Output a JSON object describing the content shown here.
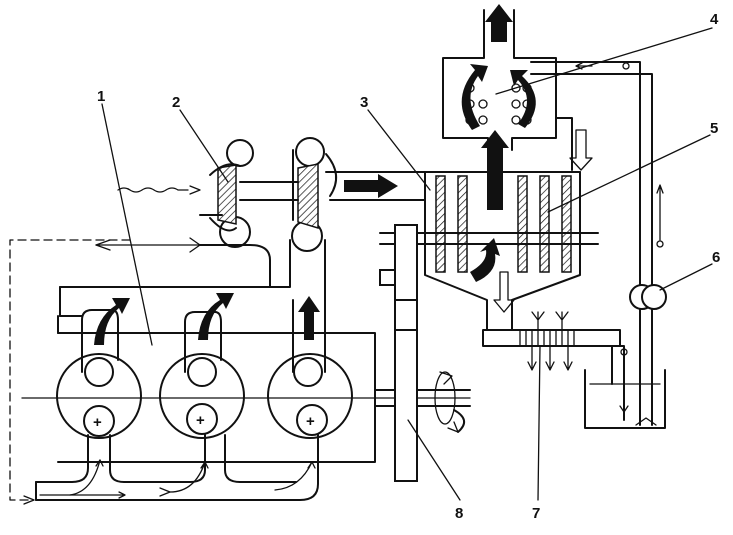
{
  "diagram": {
    "callouts": [
      {
        "id": "1",
        "text": "1"
      },
      {
        "id": "2",
        "text": "2"
      },
      {
        "id": "3",
        "text": "3"
      },
      {
        "id": "4",
        "text": "4"
      },
      {
        "id": "5",
        "text": "5"
      },
      {
        "id": "6",
        "text": "6"
      },
      {
        "id": "7",
        "text": "7"
      },
      {
        "id": "8",
        "text": "8"
      }
    ],
    "cylinder_symbol": "+"
  }
}
